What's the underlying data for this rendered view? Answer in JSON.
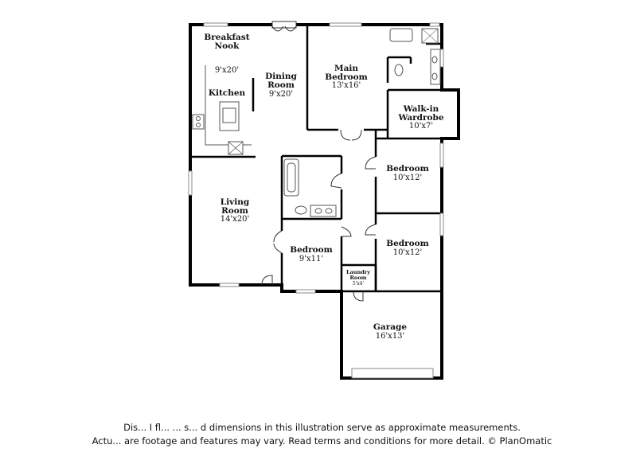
{
  "rooms": {
    "breakfast_nook": {
      "line1": "Breakfast",
      "line2": "Nook",
      "dims": "9'x20'"
    },
    "dining": {
      "line1": "Dining",
      "line2": "Room",
      "dims": "9'x20'"
    },
    "kitchen": {
      "label": "Kitchen"
    },
    "main_bedroom": {
      "line1": "Main",
      "line2": "Bedroom",
      "dims": "13'x16'"
    },
    "walkin": {
      "line1": "Walk-in",
      "line2": "Wardrobe",
      "dims": "10'x7'"
    },
    "bedroom_right_upper": {
      "label": "Bedroom",
      "dims": "10'x12'"
    },
    "bedroom_right_lower": {
      "label": "Bedroom",
      "dims": "10'x12'"
    },
    "living": {
      "line1": "Living",
      "line2": "Room",
      "dims": "14'x20'"
    },
    "bedroom_center": {
      "label": "Bedroom",
      "dims": "9'x11'"
    },
    "laundry": {
      "line1": "Laundry",
      "line2": "Room",
      "dims": "5'x4'"
    },
    "garage": {
      "label": "Garage",
      "dims": "16'x13'"
    }
  },
  "disclaimer": {
    "line1": "Dis... I fl... ... s... d dimensions in this illustration serve as approximate measurements.",
    "line2": "Actu... are footage and features may vary. Read terms and conditions for more detail. © PlanOmatic"
  }
}
